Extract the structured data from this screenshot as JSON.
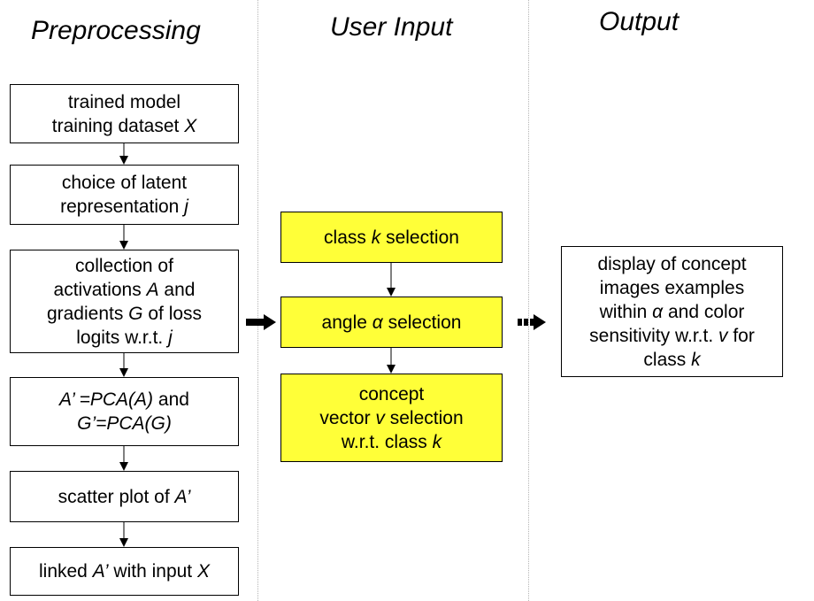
{
  "colors": {
    "highlight": "#ffff38",
    "border": "#000000"
  },
  "headers": {
    "preprocessing": "Preprocessing",
    "user_input": "User Input",
    "output": "Output"
  },
  "preprocessing": [
    {
      "lines": [
        [
          [
            "trained model",
            false
          ]
        ],
        [
          [
            "training dataset ",
            false
          ],
          [
            "X",
            true
          ]
        ]
      ]
    },
    {
      "lines": [
        [
          [
            "choice of latent",
            false
          ]
        ],
        [
          [
            "representation ",
            false
          ],
          [
            "j",
            true
          ]
        ]
      ]
    },
    {
      "lines": [
        [
          [
            "collection of",
            false
          ]
        ],
        [
          [
            "activations ",
            false
          ],
          [
            "A",
            true
          ],
          [
            " and",
            false
          ]
        ],
        [
          [
            "gradients ",
            false
          ],
          [
            "G",
            true
          ],
          [
            " of loss",
            false
          ]
        ],
        [
          [
            "logits w.r.t. ",
            false
          ],
          [
            "j",
            true
          ]
        ]
      ]
    },
    {
      "lines": [
        [
          [
            "A’ =PCA(A)",
            true
          ],
          [
            " and",
            false
          ]
        ],
        [
          [
            "G’=PCA(G)",
            true
          ]
        ]
      ]
    },
    {
      "lines": [
        [
          [
            "scatter plot of ",
            false
          ],
          [
            "A’",
            true
          ]
        ]
      ]
    },
    {
      "lines": [
        [
          [
            "linked ",
            false
          ],
          [
            "A’",
            true
          ],
          [
            " with input ",
            false
          ],
          [
            "X",
            true
          ]
        ]
      ]
    }
  ],
  "user_input": [
    {
      "lines": [
        [
          [
            "class ",
            false
          ],
          [
            "k",
            true
          ],
          [
            " selection",
            false
          ]
        ]
      ]
    },
    {
      "lines": [
        [
          [
            "angle ",
            false
          ],
          [
            "α",
            true
          ],
          [
            " selection",
            false
          ]
        ]
      ]
    },
    {
      "lines": [
        [
          [
            "concept",
            false
          ]
        ],
        [
          [
            "vector ",
            false
          ],
          [
            "v",
            true
          ],
          [
            " selection",
            false
          ]
        ],
        [
          [
            "w.r.t. class ",
            false
          ],
          [
            "k",
            true
          ]
        ]
      ]
    }
  ],
  "output": [
    {
      "lines": [
        [
          [
            "display of concept",
            false
          ]
        ],
        [
          [
            "images examples",
            false
          ]
        ],
        [
          [
            "within ",
            false
          ],
          [
            "α",
            true
          ],
          [
            " and color",
            false
          ]
        ],
        [
          [
            "sensitivity w.r.t. ",
            false
          ],
          [
            "v",
            true
          ],
          [
            " for",
            false
          ]
        ],
        [
          [
            "class ",
            false
          ],
          [
            "k",
            true
          ]
        ]
      ]
    }
  ]
}
